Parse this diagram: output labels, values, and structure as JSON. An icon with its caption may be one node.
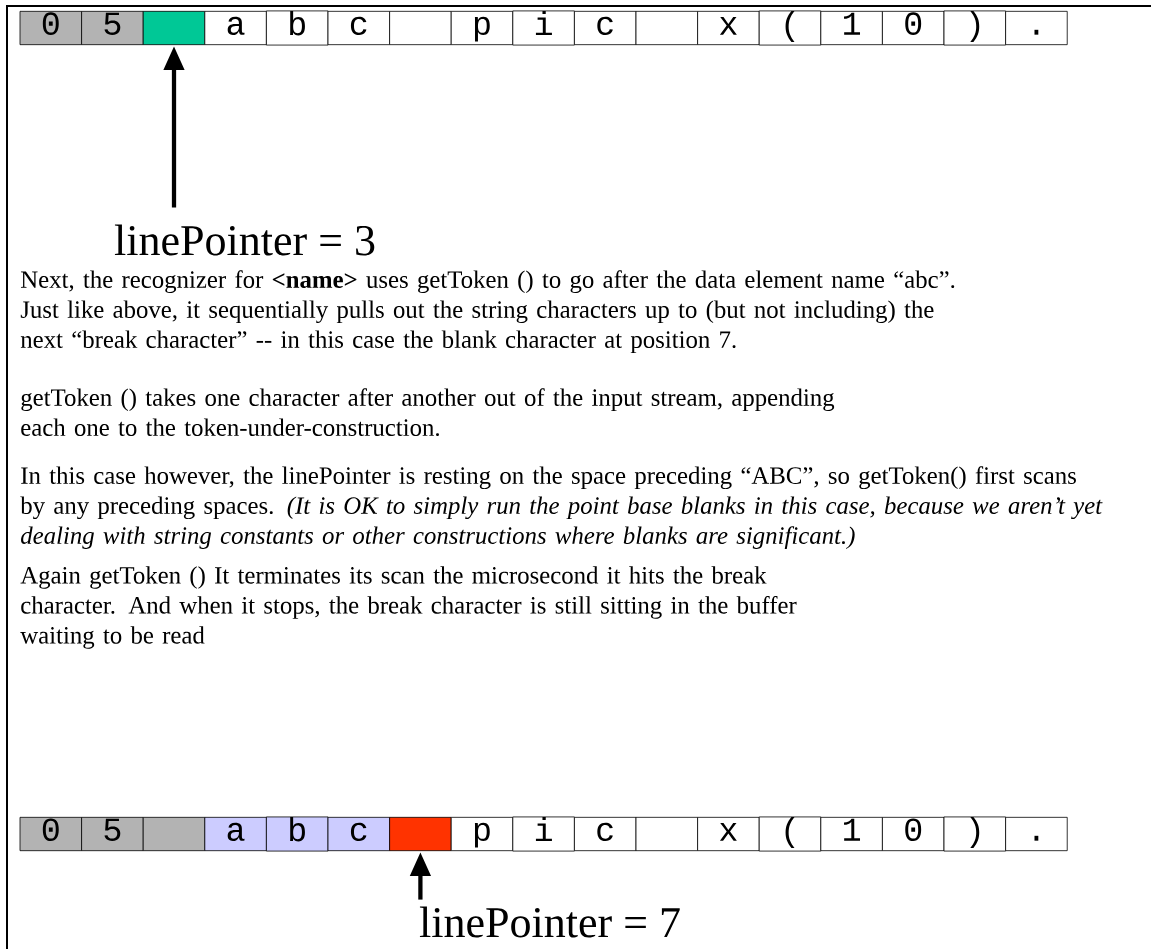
{
  "diagram": {
    "nodes": [
      {
        "text": [
          "0"
        ]
      },
      {
        "text": [
          "5"
        ]
      },
      {
        "text": [],
        "shape": "box"
      },
      {
        "text": [
          "a"
        ]
      },
      {
        "text": [
          "b"
        ]
      },
      {
        "text": [
          "c"
        ]
      },
      {
        "text": [],
        "shape": "box"
      },
      {
        "text": [
          "p"
        ]
      },
      {
        "text": [
          "i"
        ]
      },
      {
        "text": [
          "c"
        ]
      },
      {
        "text": [],
        "shape": "box"
      },
      {
        "text": [
          "x"
        ]
      },
      {
        "text": [
          "("
        ]
      },
      {
        "text": [
          "1"
        ]
      },
      {
        "text": [
          "0"
        ]
      },
      {
        "text": [
          ")"
        ]
      },
      {
        "text": [
          "."
        ]
      },
      {
        "text": [
          "linePointer = 3"
        ]
      },
      {
        "text": [
          "0"
        ]
      },
      {
        "text": [
          "5"
        ]
      },
      {
        "text": [],
        "shape": "box"
      },
      {
        "text": [
          "a"
        ]
      },
      {
        "text": [
          "b"
        ]
      },
      {
        "text": [
          "c"
        ]
      },
      {
        "text": [],
        "shape": "box"
      },
      {
        "text": [
          "p"
        ]
      },
      {
        "text": [
          "i"
        ]
      },
      {
        "text": [
          "c"
        ]
      },
      {
        "text": [],
        "shape": "box"
      },
      {
        "text": [
          "x"
        ]
      },
      {
        "text": [
          "("
        ]
      },
      {
        "text": [
          "1"
        ]
      },
      {
        "text": [
          "0"
        ]
      },
      {
        "text": [
          ")"
        ]
      },
      {
        "text": [
          "."
        ]
      },
      {
        "text": [
          "linePointer = 7"
        ]
      }
    ],
    "edges": [
      {
        "from": 17,
        "to": 2,
        "arrow": "to"
      },
      {
        "from": 35,
        "to": 24,
        "arrow": "to"
      }
    ],
    "labels": [
      "Next, the recognizer for **<name>** uses getToken () to go after the data element name “abc”. Just like above, it sequentially pulls out the string characters up to (but not including) the next “break character” -- in this case the blank character at position 7.",
      "getToken () takes one character after another out of the input stream, appending each one to the token-under-construction.",
      "In this case however, the linePointer is resting on the space preceding “ABC”, so getToken() first scans by any preceding spaces. *(It is OK to simply run the point base blanks in this case, because we aren’t yet dealing with string constants or other constructions where blanks are significant.)*",
      "Again getToken () It terminates its scan the microsecond it hits the break character. And when it stops, the break character is still sitting in the buffer waiting to be read"
    ]
  }
}
